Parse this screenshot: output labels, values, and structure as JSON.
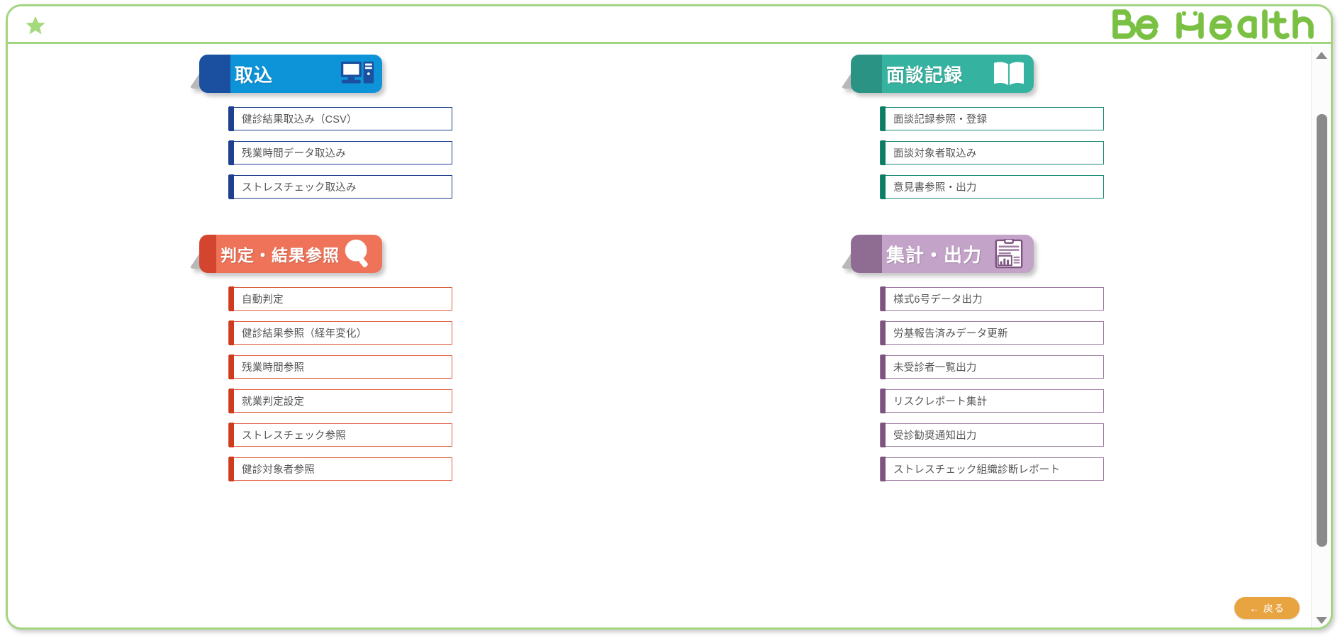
{
  "header": {
    "star_icon": "star-icon",
    "brand": "Be Health",
    "brand_color": "#7ac143"
  },
  "frame": {
    "border_color": "#a3d581"
  },
  "scrollbar": {
    "up_arrow": "triangle-up-icon",
    "down_arrow": "triangle-down-icon"
  },
  "footer": {
    "back_label": "← 戻る",
    "back_color": "#e8a440"
  },
  "sections": [
    {
      "id": "import",
      "title": "取込",
      "icon": "desktop-computer-icon",
      "cap_color": "#1b4fa0",
      "body_color": "#0d93d8",
      "accent_color": "#1f3f8f",
      "border_color": "#1f3f8f",
      "items": [
        "健診結果取込み（CSV）",
        "残業時間データ取込み",
        "ストレスチェック取込み"
      ]
    },
    {
      "id": "interview-record",
      "title": "面談記録",
      "icon": "open-book-icon",
      "cap_color": "#2b9384",
      "body_color": "#36b3a0",
      "accent_color": "#0d7d63",
      "border_color": "#1d8c78",
      "items": [
        "面談記録参照・登録",
        "面談対象者取込み",
        "意見書参照・出力"
      ]
    },
    {
      "id": "judgement-results",
      "title": "判定・結果参照",
      "icon": "magnifier-icon",
      "cap_color": "#d4452f",
      "body_color": "#ee7359",
      "accent_color": "#cf3b20",
      "border_color": "#e05c3e",
      "items": [
        "自動判定",
        "健診結果参照（経年変化）",
        "残業時間参照",
        "就業判定設定",
        "ストレスチェック参照",
        "健診対象者参照"
      ]
    },
    {
      "id": "aggregate-output",
      "title": "集計・出力",
      "icon": "clipboard-chart-icon",
      "cap_color": "#8f6d93",
      "body_color": "#c3a3c8",
      "accent_color": "#7d5380",
      "border_color": "#9f7ba3",
      "items": [
        "様式6号データ出力",
        "労基報告済みデータ更新",
        "未受診者一覧出力",
        "リスクレポート集計",
        "受診勧奨通知出力",
        "ストレスチェック組織診断レポート"
      ]
    }
  ]
}
